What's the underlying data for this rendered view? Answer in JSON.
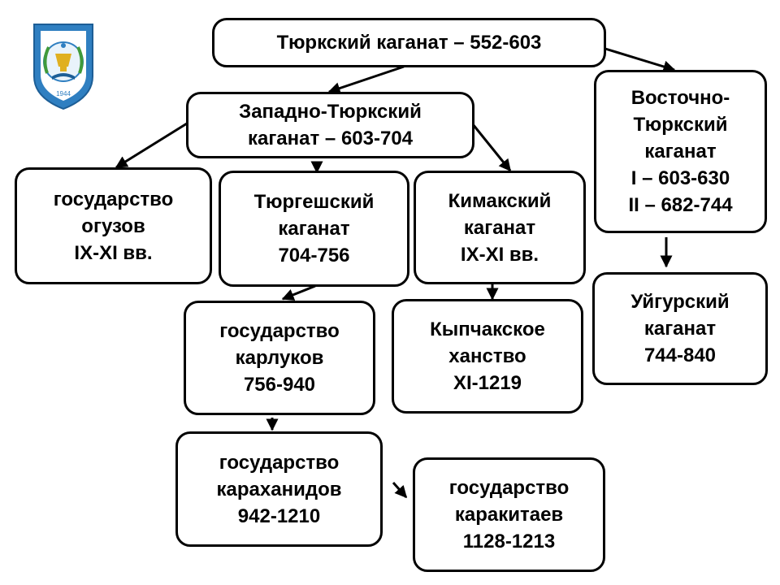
{
  "diagram": {
    "root": {
      "lines": [
        "Тюркский каганат – 552-603"
      ]
    },
    "west": {
      "lines": [
        "Западно-Тюркский",
        "каганат – 603-704"
      ]
    },
    "east": {
      "lines": [
        "Восточно-",
        "Тюркский",
        "каганат",
        "I – 603-630",
        "II – 682-744"
      ]
    },
    "oguz": {
      "lines": [
        "государство",
        "огузов",
        "IX-XI вв."
      ]
    },
    "turgesh": {
      "lines": [
        "Тюргешский",
        "каганат",
        "704-756"
      ]
    },
    "kimak": {
      "lines": [
        "Кимакский",
        "каганат",
        "IX-XI вв."
      ]
    },
    "uighur": {
      "lines": [
        "Уйгурский",
        "каганат",
        "744-840"
      ]
    },
    "karluk": {
      "lines": [
        "государство",
        "карлуков",
        "756-940"
      ]
    },
    "kipchak": {
      "lines": [
        "Кыпчакское",
        "ханство",
        "XI-1219"
      ]
    },
    "karakhanid": {
      "lines": [
        "государство",
        "караханидов",
        "942-1210"
      ]
    },
    "karakitai": {
      "lines": [
        "государство",
        "каракитаев",
        "1128-1213"
      ]
    }
  },
  "logo": {
    "name": "emblem-icon",
    "year": "1944"
  },
  "colors": {
    "line": "#000000",
    "logo_blue": "#2f7fc1",
    "logo_green": "#3f9a3a",
    "logo_gold": "#e0b020"
  }
}
